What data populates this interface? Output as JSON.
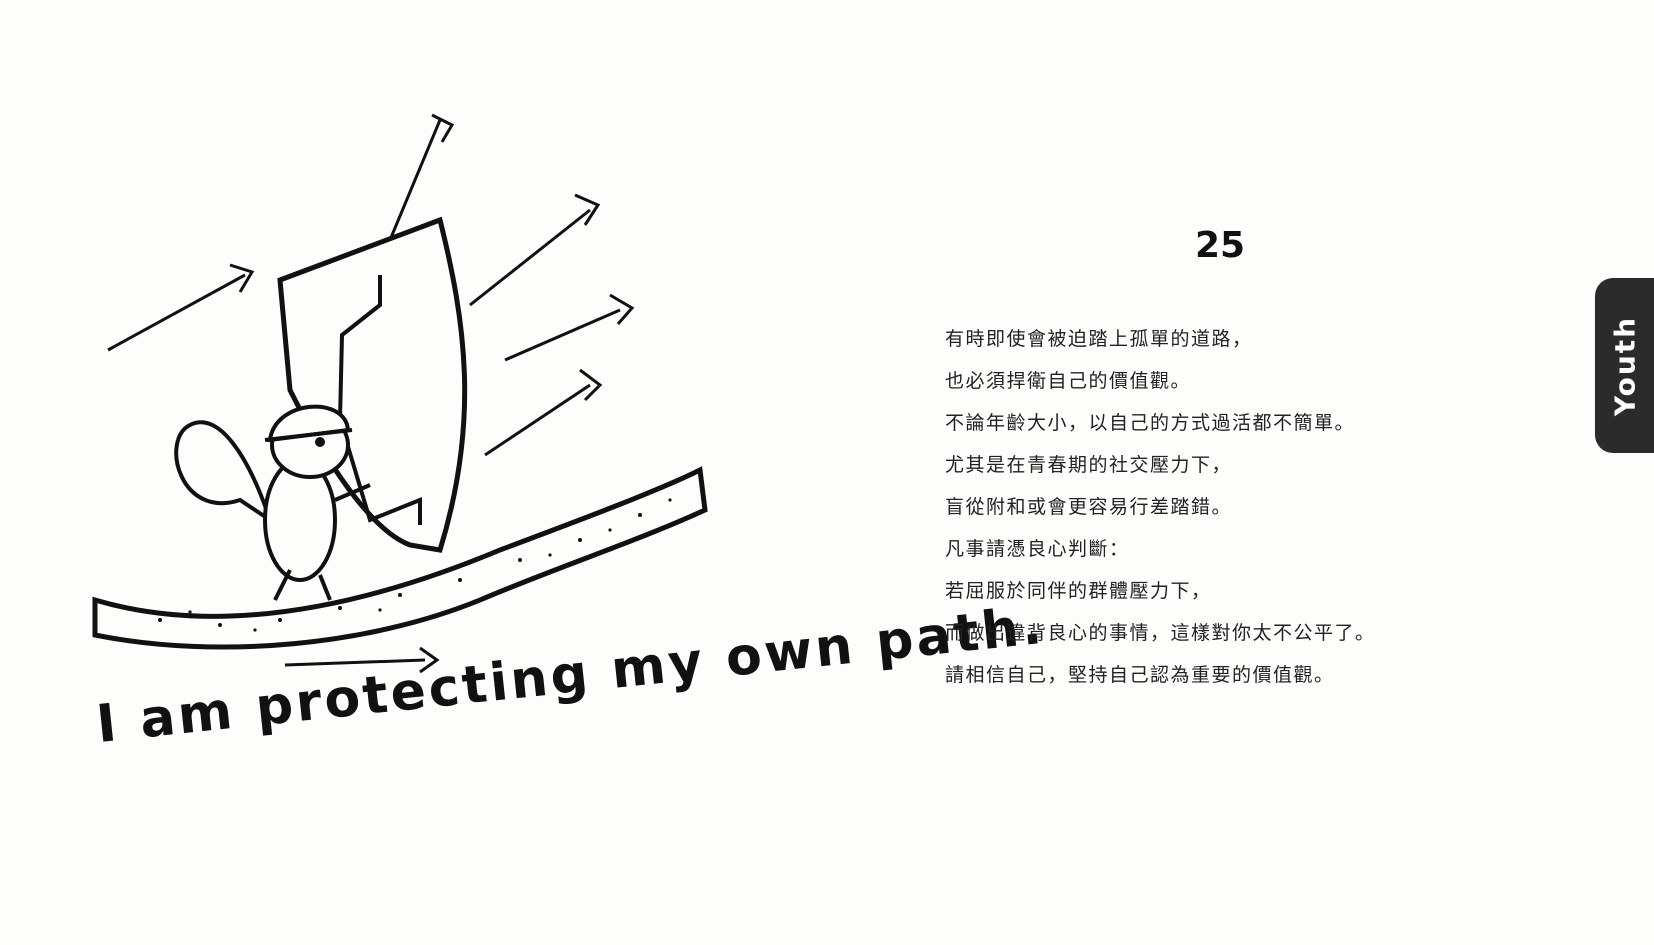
{
  "illustration": {
    "caption": "I am protecting my own path."
  },
  "page": {
    "number": "25",
    "tab_label": "Youth",
    "lines": [
      "有時即使會被迫踏上孤單的道路，",
      "也必須捍衛自己的價值觀。",
      "不論年齡大小，以自己的方式過活都不簡單。",
      "尤其是在青春期的社交壓力下，",
      "盲從附和或會更容易行差踏錯。",
      "凡事請憑良心判斷：",
      "若屈服於同伴的群體壓力下，",
      "而做出違背良心的事情，這樣對你太不公平了。",
      "請相信自己，堅持自己認為重要的價值觀。"
    ]
  },
  "colors": {
    "ink": "#111111",
    "paper": "#fdfdfc",
    "tab": "#2b2b2b"
  }
}
